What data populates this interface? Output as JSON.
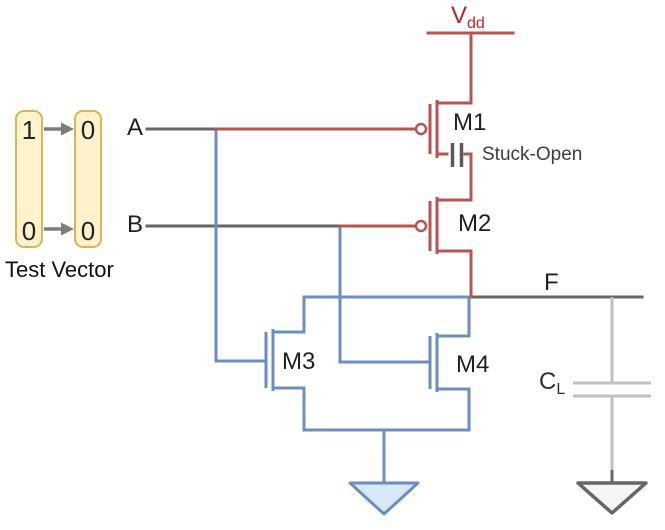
{
  "colors": {
    "wire-red": "#b85450",
    "wire-blue": "#6c8ebf",
    "wire-gray": "#666666",
    "wire-lightgray": "#c0c0c0",
    "fault-bar": "#595959",
    "vdd-text": "#b02a2a",
    "text": "#1f1f1f",
    "box-fill": "#fff2cc",
    "box-stroke": "#d6b656",
    "gnd-blue-fill": "#dae8fc",
    "gnd-gray-fill": "#f5f5f5",
    "arrow-gray": "#7d7d7d"
  },
  "power": {
    "vdd_main": "V",
    "vdd_sub": "dd"
  },
  "inputs": {
    "a": "A",
    "b": "B"
  },
  "output": {
    "f": "F"
  },
  "transistors": {
    "m1": "M1",
    "m2": "M2",
    "m3": "M3",
    "m4": "M4"
  },
  "fault": {
    "label": "Stuck-Open"
  },
  "load": {
    "cap_main": "C",
    "cap_sub": "L"
  },
  "test_vector": {
    "caption": "Test Vector",
    "vectors": [
      {
        "a": "1",
        "b": "0"
      },
      {
        "a": "0",
        "b": "0"
      }
    ]
  }
}
